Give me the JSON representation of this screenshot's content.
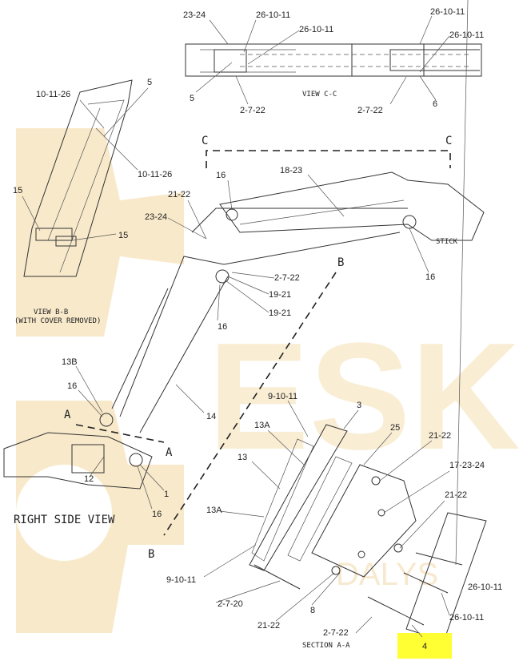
{
  "diagram": {
    "watermark": "ESKA",
    "watermark_sub": "DALYS",
    "highlight_color": "#ffff33",
    "labels": [
      "23-24",
      "26-10-11",
      "26-10-11",
      "26-10-11",
      "26-10-11",
      "5",
      "2-7-22",
      "VIEW C-C",
      "2-7-22",
      "6",
      "5",
      "10-11-26",
      "10-11-26",
      "15",
      "15",
      "C",
      "C",
      "16",
      "18-23",
      "21-22",
      "23-24",
      "STICK",
      "16",
      "B",
      "2-7-22",
      "19-21",
      "19-21",
      "16",
      "VIEW B-B",
      "(WITH COVER REMOVED)",
      "13B",
      "16",
      "A",
      "A",
      "14",
      "9-10-11",
      "3",
      "13A",
      "25",
      "21-22",
      "13",
      "17-23-24",
      "12",
      "1",
      "21-22",
      "RIGHT SIDE VIEW",
      "16",
      "13A",
      "B",
      "9-10-11",
      "26-10-11",
      "2-7-20",
      "8",
      "21-22",
      "26-10-11",
      "2-7-22",
      "SECTION A-A",
      "4"
    ]
  }
}
